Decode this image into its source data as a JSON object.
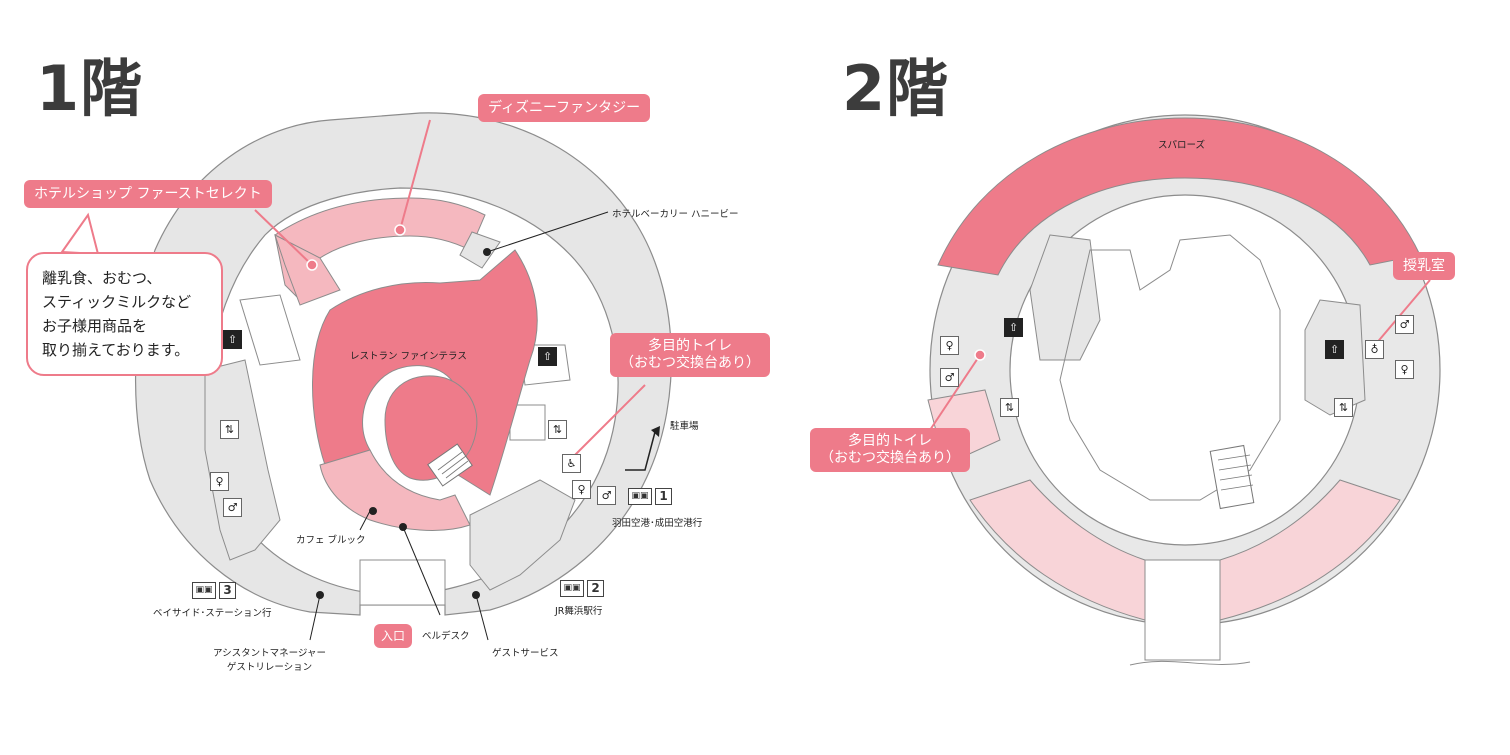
{
  "floors": {
    "first": {
      "title": "1階"
    },
    "second": {
      "title": "2階"
    }
  },
  "first_floor": {
    "highlight_labels": {
      "disney_fantasy": "ディズニーファンタジー",
      "hotel_shop": "ホテルショップ ファーストセレクト",
      "accessible_toilet_line1": "多目的トイレ",
      "accessible_toilet_line2": "（おむつ交換台あり）",
      "entrance": "入口"
    },
    "callout": {
      "line1": "離乳食、おむつ、",
      "line2": "スティックミルクなど",
      "line3": "お子様用商品を",
      "line4": "取り揃えております。"
    },
    "map_labels": {
      "bakery": "ホテルベーカリー ハニービー",
      "restaurant": "レストラン ファインテラス",
      "cafe": "カフェ ブルック",
      "parking": "駐車場",
      "bell_desk": "ベルデスク",
      "guest_service": "ゲストサービス",
      "assistant_manager_line1": "アシスタントマネージャー",
      "assistant_manager_line2": "ゲストリレーション"
    },
    "bus_stops": [
      {
        "number": "1",
        "destination": "羽田空港･成田空港行"
      },
      {
        "number": "2",
        "destination": "JR舞浜駅行"
      },
      {
        "number": "3",
        "destination": "ベイサイド･ステーション行"
      }
    ]
  },
  "second_floor": {
    "map_labels": {
      "sparrows": "スパローズ"
    },
    "highlight_labels": {
      "nursing_room": "授乳室",
      "accessible_toilet_line1": "多目的トイレ",
      "accessible_toilet_line2": "（おむつ交換台あり）"
    }
  },
  "colors": {
    "accent_pink": "#ee7b8a",
    "light_pink": "#f5b8bf",
    "pale_pink": "#f8d4d8",
    "ring_gray": "#e6e6e6",
    "outline": "#8c8c8c"
  }
}
